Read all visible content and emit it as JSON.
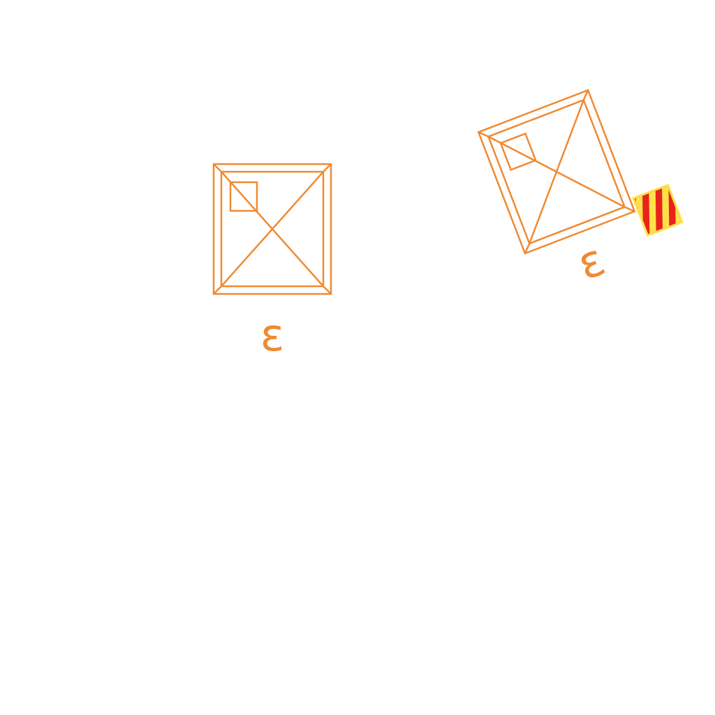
{
  "colors": {
    "background": "#ffffff",
    "stroke": "#f08a32",
    "badge_fill": "#e8231c",
    "badge_accent": "#ffe24a"
  },
  "symbols": [
    {
      "id": "symbol-upright",
      "label": "ε",
      "rotation_deg": 0
    },
    {
      "id": "symbol-rotated",
      "label": "ε",
      "rotation_deg": -21,
      "badge_icon": "striped-warning-badge-icon"
    }
  ]
}
